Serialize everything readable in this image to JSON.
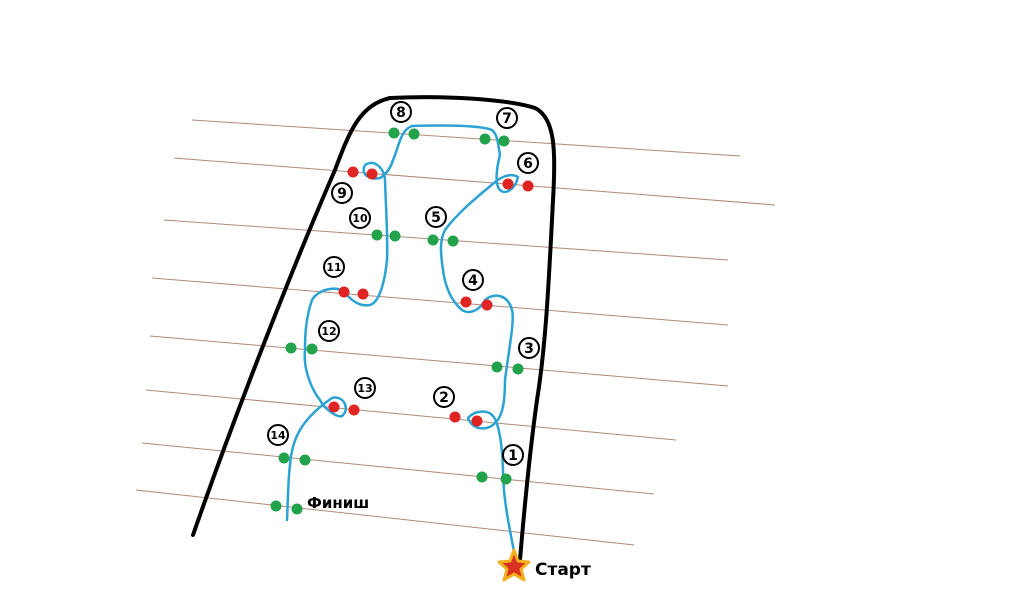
{
  "labels": {
    "start": "Старт",
    "finish": "Финиш"
  },
  "gates": [
    "1",
    "2",
    "3",
    "4",
    "5",
    "6",
    "7",
    "8",
    "9",
    "10",
    "11",
    "12",
    "13",
    "14"
  ],
  "colors": {
    "boundary": "#000000",
    "course": "#2aa3d3",
    "guide_lines": "#b08a78",
    "green_marker": "#22a24a",
    "red_marker": "#e02424",
    "star_fill": "#d93020",
    "star_outline": "#f2b01e"
  },
  "icons": {
    "start_marker": "star-icon",
    "marker_shape": "circle"
  }
}
